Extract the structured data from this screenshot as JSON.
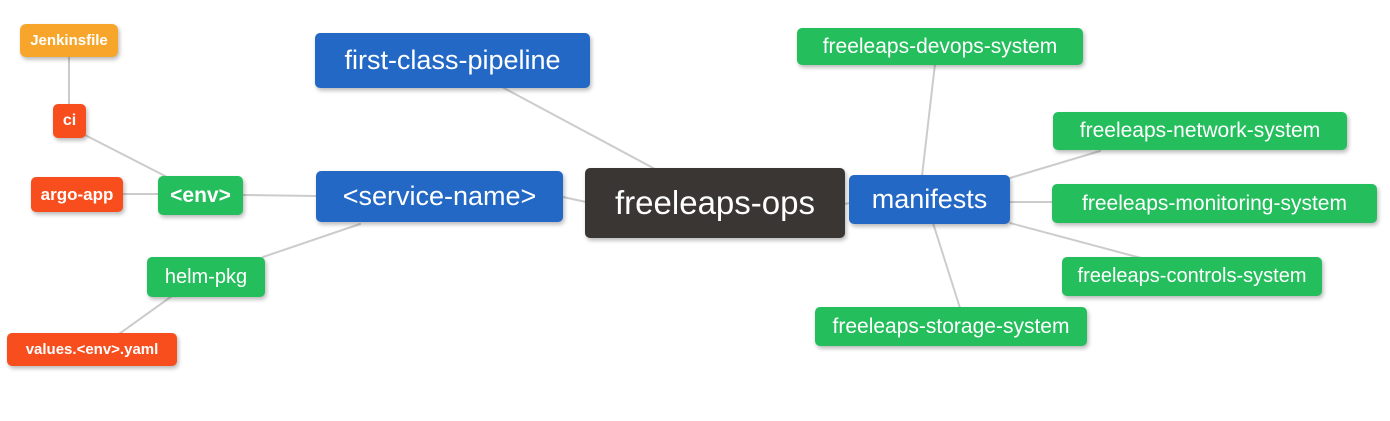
{
  "diagram": {
    "type": "mindmap",
    "root_label": "freeleaps-ops",
    "background_color": "#FFFFFF"
  },
  "colors": {
    "root_node": "#3A3633",
    "branch_node_blue": "#2268C4",
    "group_node_green": "#24BE5C",
    "leaf_node_red": "#F84E1E",
    "leaf_node_orange": "#F7A62B",
    "edge_gray": "#CCCCCC",
    "node_text": "#FFFFFF"
  },
  "nodes": [
    {
      "id": "jenkinsfile",
      "label": "Jenkinsfile",
      "color": "#F7A62B",
      "level": "leaf"
    },
    {
      "id": "ci",
      "label": "ci",
      "color": "#F84E1E",
      "level": "leaf"
    },
    {
      "id": "argo-app",
      "label": "argo-app",
      "color": "#F84E1E",
      "level": "leaf"
    },
    {
      "id": "env",
      "label": "<env>",
      "color": "#24BE5C",
      "level": "group"
    },
    {
      "id": "helm-pkg",
      "label": "helm-pkg",
      "color": "#24BE5C",
      "level": "group"
    },
    {
      "id": "values-env-yaml",
      "label": "values.<env>.yaml",
      "color": "#F84E1E",
      "level": "leaf"
    },
    {
      "id": "first-class-pipeline",
      "label": "first-class-pipeline",
      "color": "#2268C4",
      "level": "branch"
    },
    {
      "id": "service-name",
      "label": "<service-name>",
      "color": "#2268C4",
      "level": "branch"
    },
    {
      "id": "freeleaps-ops",
      "label": "freeleaps-ops",
      "color": "#3A3633",
      "level": "root"
    },
    {
      "id": "manifests",
      "label": "manifests",
      "color": "#2268C4",
      "level": "branch"
    },
    {
      "id": "freeleaps-devops-system",
      "label": "freeleaps-devops-system",
      "color": "#24BE5C",
      "level": "group"
    },
    {
      "id": "freeleaps-network-system",
      "label": "freeleaps-network-system",
      "color": "#24BE5C",
      "level": "group"
    },
    {
      "id": "freeleaps-monitoring-system",
      "label": "freeleaps-monitoring-system",
      "color": "#24BE5C",
      "level": "group"
    },
    {
      "id": "freeleaps-controls-system",
      "label": "freeleaps-controls-system",
      "color": "#24BE5C",
      "level": "group"
    },
    {
      "id": "freeleaps-storage-system",
      "label": "freeleaps-storage-system",
      "color": "#24BE5C",
      "level": "group"
    }
  ],
  "edges": [
    {
      "from": "ci",
      "to": "jenkinsfile"
    },
    {
      "from": "env",
      "to": "ci"
    },
    {
      "from": "env",
      "to": "argo-app"
    },
    {
      "from": "service-name",
      "to": "env"
    },
    {
      "from": "service-name",
      "to": "helm-pkg"
    },
    {
      "from": "helm-pkg",
      "to": "values-env-yaml"
    },
    {
      "from": "freeleaps-ops",
      "to": "first-class-pipeline"
    },
    {
      "from": "freeleaps-ops",
      "to": "service-name"
    },
    {
      "from": "freeleaps-ops",
      "to": "manifests"
    },
    {
      "from": "manifests",
      "to": "freeleaps-devops-system"
    },
    {
      "from": "manifests",
      "to": "freeleaps-network-system"
    },
    {
      "from": "manifests",
      "to": "freeleaps-monitoring-system"
    },
    {
      "from": "manifests",
      "to": "freeleaps-controls-system"
    },
    {
      "from": "manifests",
      "to": "freeleaps-storage-system"
    }
  ]
}
